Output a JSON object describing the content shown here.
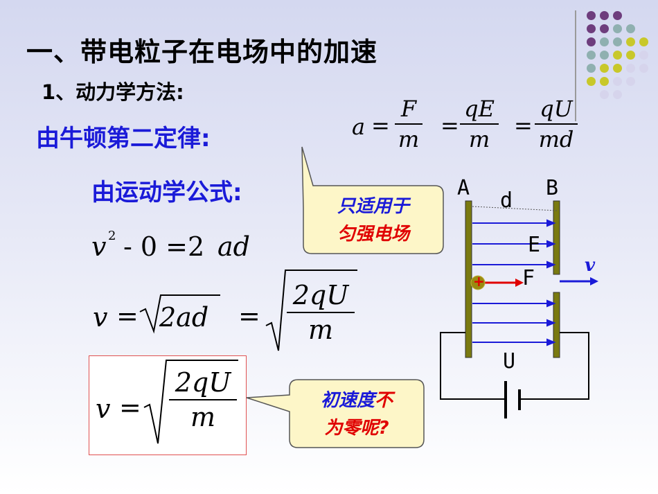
{
  "title": "一、带电粒子在电场中的加速",
  "section": "1、动力学方法:",
  "newton_label": "由牛顿第二定律:",
  "kinematics_label": "由运动学公式:",
  "formula_acceleration": {
    "lhs": "a",
    "eq": "=",
    "f1_num": "F",
    "f1_den": "m",
    "f2_num": "qE",
    "f2_den": "m",
    "f3_num": "qU",
    "f3_den": "md"
  },
  "formula_kinematic": {
    "v": "v",
    "sup": "2",
    "rest": "- 0 =2",
    "ad": "ad"
  },
  "formula_speed": {
    "v": "v",
    "eq": "=",
    "radicand": "2ad",
    "num": "2qU",
    "den": "m"
  },
  "formula_boxed": {
    "v": "v",
    "eq": "=",
    "num": "2qU",
    "den": "m"
  },
  "callout_uniform": {
    "line1": "只适用于",
    "line2": "匀强电场"
  },
  "callout_initial": {
    "part1": "初速度",
    "part2": "不",
    "line2": "为零呢?"
  },
  "diagram": {
    "plate_a": "A",
    "plate_b": "B",
    "distance": "d",
    "field": "E",
    "force": "F",
    "velocity": "v",
    "voltage": "U",
    "charge": "+"
  },
  "colors": {
    "accent_blue": "#1a1ad8",
    "accent_red": "#e00000",
    "plate": "#7a7a10",
    "callout_fill": "#fdf6c8",
    "dot_purple": "#6e3d7d",
    "dot_teal": "#8fb0b0",
    "dot_yellow": "#c8c82a",
    "dot_lavender": "#d6d4ec"
  }
}
